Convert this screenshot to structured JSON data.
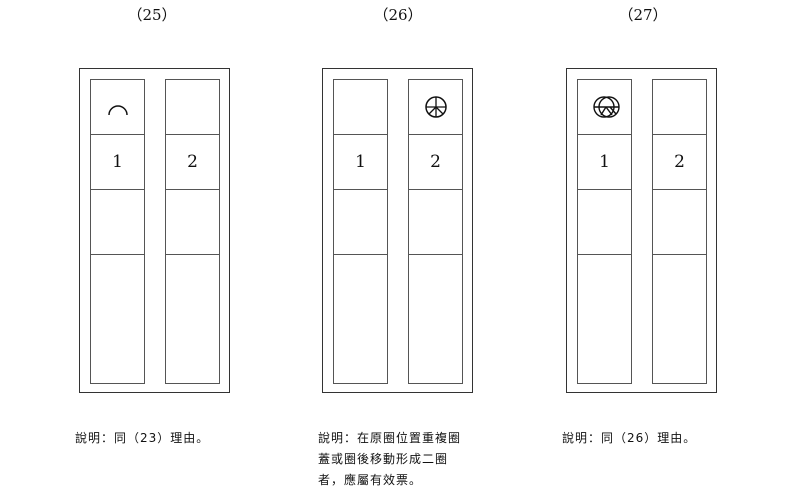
{
  "items": [
    {
      "number": "（25）",
      "candidates": [
        "1",
        "2"
      ],
      "stamp_icon": "arc-partial-circle",
      "stamp_column": 1,
      "caption": "說明：同（23）理由。"
    },
    {
      "number": "（26）",
      "candidates": [
        "1",
        "2"
      ],
      "stamp_icon": "stamp-circle",
      "stamp_column": 2,
      "caption_lines": [
        "說明：在原圈位置重複圈",
        "蓋或圈後移動形成二圈",
        "者，應屬有效票。"
      ]
    },
    {
      "number": "（27）",
      "candidates": [
        "1",
        "2"
      ],
      "stamp_icon": "double-stamp-circle",
      "stamp_column": 1,
      "caption": "說明：同（26）理由。"
    }
  ]
}
